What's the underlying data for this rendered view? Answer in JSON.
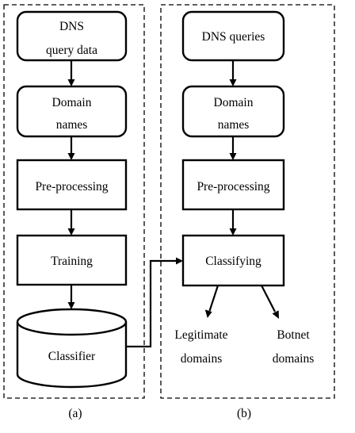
{
  "panel_a": {
    "caption": "(a)",
    "dns_query_data": [
      "DNS",
      "query data"
    ],
    "domain_names": [
      "Domain",
      "names"
    ],
    "preprocessing": "Pre-processing",
    "training": "Training",
    "classifier": "Classifier"
  },
  "panel_b": {
    "caption": "(b)",
    "dns_queries": "DNS queries",
    "domain_names": [
      "Domain",
      "names"
    ],
    "preprocessing": "Pre-processing",
    "classifying": "Classifying",
    "legitimate_domains": [
      "Legitimate",
      "domains"
    ],
    "botnet_domains": [
      "Botnet",
      "domains"
    ]
  }
}
